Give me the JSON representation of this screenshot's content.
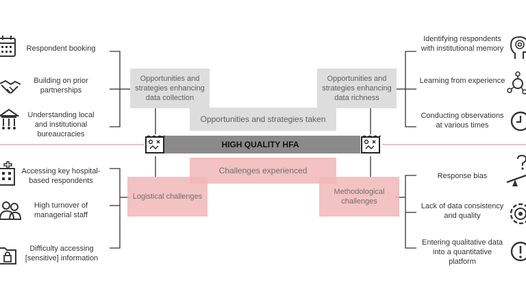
{
  "center": {
    "title": "HIGH QUALITY HFA",
    "opportunities_label": "Opportunities and strategies taken",
    "challenges_label": "Challenges experienced"
  },
  "boxes": {
    "collection": "Opportunities and strategies enhancing data collection",
    "richness": "Opportunities and strategies enhancing data richness",
    "logistical": "Logistical challenges",
    "methodological": "Methodological challenges"
  },
  "left_top": [
    {
      "text": "Respondent booking",
      "icon": "calendar-icon"
    },
    {
      "text": "Building on prior partnerships",
      "icon": "handshake-icon"
    },
    {
      "text": "Understanding local and institutional bureaucracies",
      "icon": "institution-icon"
    }
  ],
  "left_bottom": [
    {
      "text": "Accessing key hospital-based respondents",
      "icon": "hospital-icon"
    },
    {
      "text": "High turnover of managerial staff",
      "icon": "people-icon"
    },
    {
      "text": "Difficulty accessing [sensitive] information",
      "icon": "locked-folder-icon"
    }
  ],
  "right_top": [
    {
      "text": "Identifying respondents with institutional memory",
      "icon": "head-memory-icon"
    },
    {
      "text": "Learning from experience",
      "icon": "network-icon"
    },
    {
      "text": "Conducting observations at various times",
      "icon": "clock-icon"
    }
  ],
  "right_bottom": [
    {
      "text": "Response bias",
      "icon": "balance-question-icon"
    },
    {
      "text": "Lack of data consistency and quality",
      "icon": "target-gear-icon"
    },
    {
      "text": "Entering qualitative data into a quantitative platform",
      "icon": "alert-icon"
    }
  ],
  "colors": {
    "bar": "#8a8a8a",
    "grey_box": "#dcdcdc",
    "pink_box": "#f2b8b8",
    "divider": "#d9a3a3"
  }
}
